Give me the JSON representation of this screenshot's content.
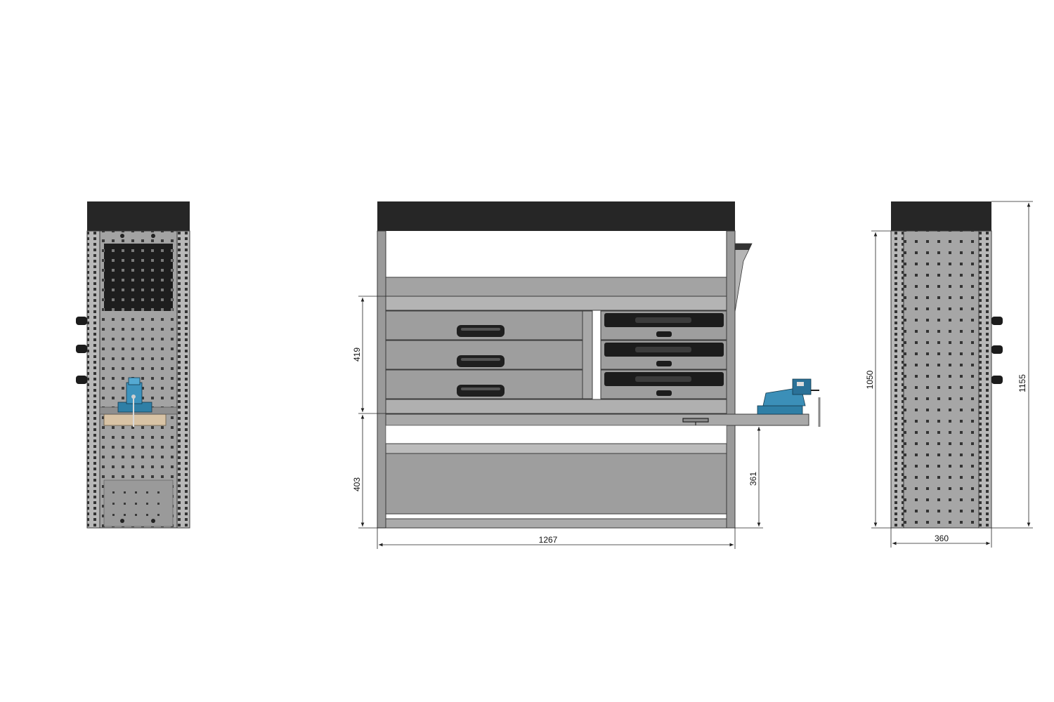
{
  "colors": {
    "background": "#ffffff",
    "panel_grey": "#9e9e9e",
    "panel_light": "#b4b4b4",
    "frame_dark": "#2b2b2b",
    "top_black": "#262626",
    "vise_blue": "#2f7fa6",
    "wood": "#d8c3a5",
    "line": "#222222"
  },
  "views": {
    "side_left": {
      "view": "side-view-vise"
    },
    "front": {
      "view": "front-view"
    },
    "side_right": {
      "view": "side-view-plain"
    }
  },
  "dimensions": {
    "drawer_section_height": "419",
    "lower_section_height": "403",
    "vise_height": "361",
    "total_width": "1267",
    "frame_height": "1050",
    "total_height": "1155",
    "depth": "360"
  },
  "icons": {
    "vise": "bench-vise-icon",
    "handle": "drawer-handle-icon",
    "clamp": "clamp-icon"
  }
}
